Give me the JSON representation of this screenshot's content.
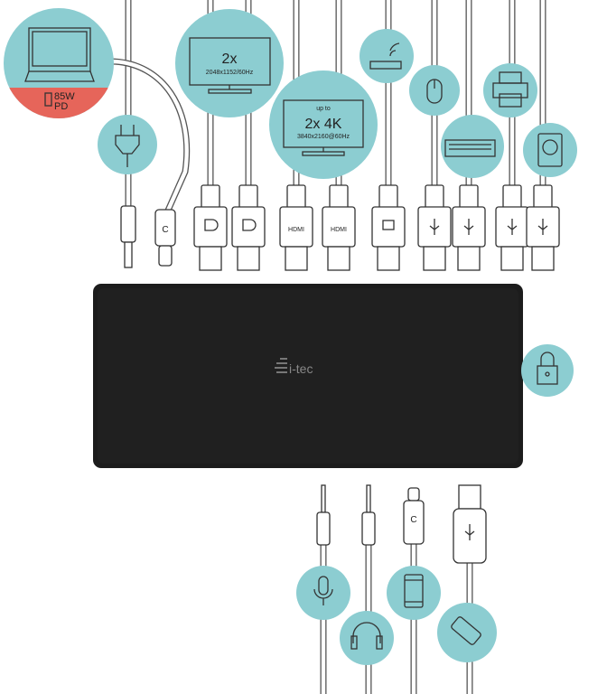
{
  "colors": {
    "circle": "#8ccdd1",
    "power_delivery": "#e6655a",
    "dock": "#1c1c1c",
    "cable": "#555555"
  },
  "laptop": {
    "icon": "laptop-icon",
    "power_value": "85W",
    "power_label": "PD"
  },
  "monitor_dp": {
    "icon": "monitor-icon",
    "count": "2x",
    "resolution": "2048x1152/60Hz"
  },
  "monitor_hdmi": {
    "icon": "monitor-icon",
    "prefix": "up to",
    "count": "2x 4K",
    "resolution": "3840x2160@60Hz"
  },
  "connectors": {
    "hdmi_label": "HDMI"
  },
  "dock": {
    "brand": "i-tec"
  },
  "peripherals": [
    "power-plug-icon",
    "router-icon",
    "mouse-icon",
    "keyboard-icon",
    "printer-icon",
    "hard-drive-icon",
    "lock-icon",
    "microphone-icon",
    "headphones-icon",
    "smartphone-icon",
    "usb-stick-icon"
  ]
}
